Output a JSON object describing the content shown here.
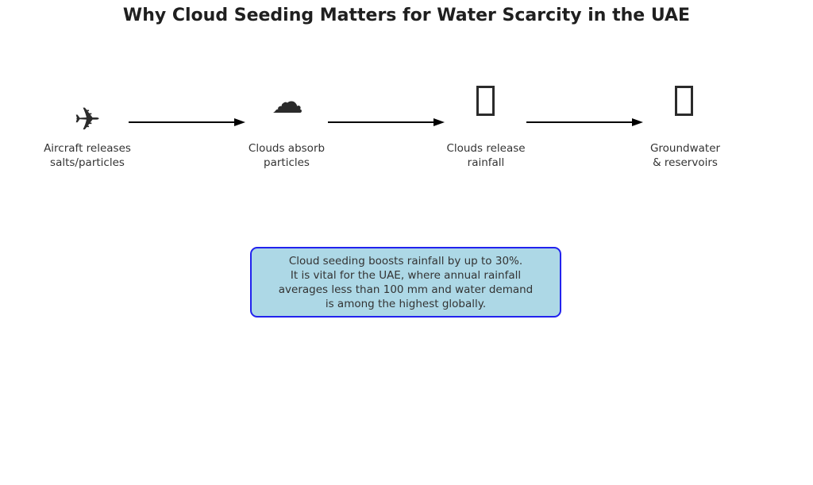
{
  "title": "Why Cloud Seeding Matters for Water Scarcity in the UAE",
  "flow": {
    "stages": [
      {
        "icon": "airplane-icon",
        "glyph": "✈",
        "lines": [
          "Aircraft releases",
          "salts/particles"
        ]
      },
      {
        "icon": "cloud-icon",
        "glyph": "☁",
        "lines": [
          "Clouds absorb",
          "particles"
        ]
      },
      {
        "icon": "rainfall-icon-missing-glyph",
        "glyph": "",
        "lines": [
          "Clouds release",
          "rainfall"
        ]
      },
      {
        "icon": "groundwater-icon-missing-glyph",
        "glyph": "",
        "lines": [
          "Groundwater",
          "& reservoirs"
        ]
      }
    ],
    "arrow_count": 3
  },
  "infobox": {
    "lines": [
      "Cloud seeding boosts rainfall by up to 30%.",
      "It is vital for the UAE, where annual rainfall",
      "averages less than 100 mm and water demand",
      "is among the highest globally."
    ]
  },
  "colors": {
    "title": "#1f1f1f",
    "label": "#333333",
    "icon": "#2b2b2b",
    "arrow": "#000000",
    "infobox_fill": "#add8e6",
    "infobox_border": "#2222ee",
    "background": "#ffffff"
  }
}
